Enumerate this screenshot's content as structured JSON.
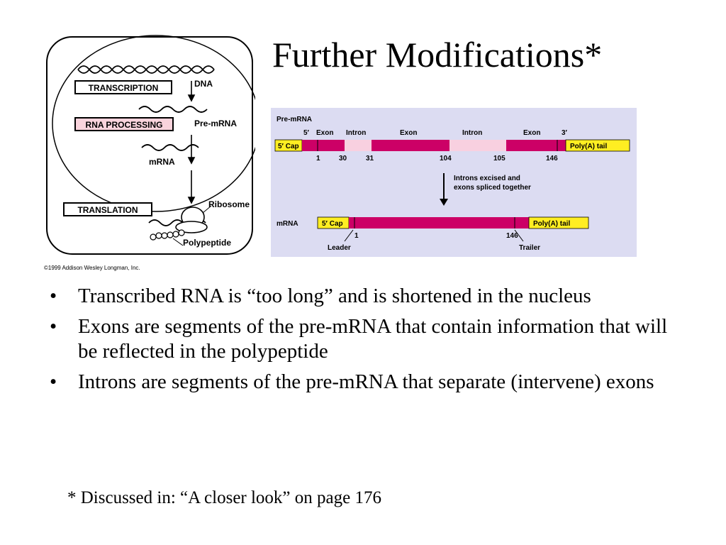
{
  "slide": {
    "title": "Further Modifications*",
    "bullets": [
      "Transcribed RNA is “too long” and is shortened in the nucleus",
      "Exons are segments of the pre-mRNA that contain information that will be reflected in the polypeptide",
      "Introns are segments of the pre-mRNA that separate (intervene) exons"
    ],
    "bullet_marker": "•",
    "footnote": "* Discussed in: “A closer look” on page 176"
  },
  "left_figure": {
    "transcription": "TRANSCRIPTION",
    "rna_processing": "RNA PROCESSING",
    "translation": "TRANSLATION",
    "dna": "DNA",
    "pre_mrna": "Pre-mRNA",
    "mrna": "mRNA",
    "ribosome": "Ribosome",
    "polypeptide": "Polypeptide",
    "copyright": "©1999 Addison Wesley Longman, Inc."
  },
  "right_figure": {
    "pre_mrna_label": "Pre-mRNA",
    "five_prime": "5′",
    "three_prime": "3′",
    "exon": "Exon",
    "intron": "Intron",
    "cap": "5′ Cap",
    "polya": "Poly(A) tail",
    "positions": [
      "1",
      "30",
      "31",
      "104",
      "105",
      "146"
    ],
    "excise_line1": "Introns excised and",
    "excise_line2": "exons spliced together",
    "mrna_label": "mRNA",
    "mrna_pos_start": "1",
    "mrna_pos_end": "146",
    "leader": "Leader",
    "trailer": "Trailer",
    "colors": {
      "background": "#dcdcf2",
      "exon": "#cc0066",
      "intron": "#f8d0e0",
      "cap": "#ffee22"
    }
  }
}
